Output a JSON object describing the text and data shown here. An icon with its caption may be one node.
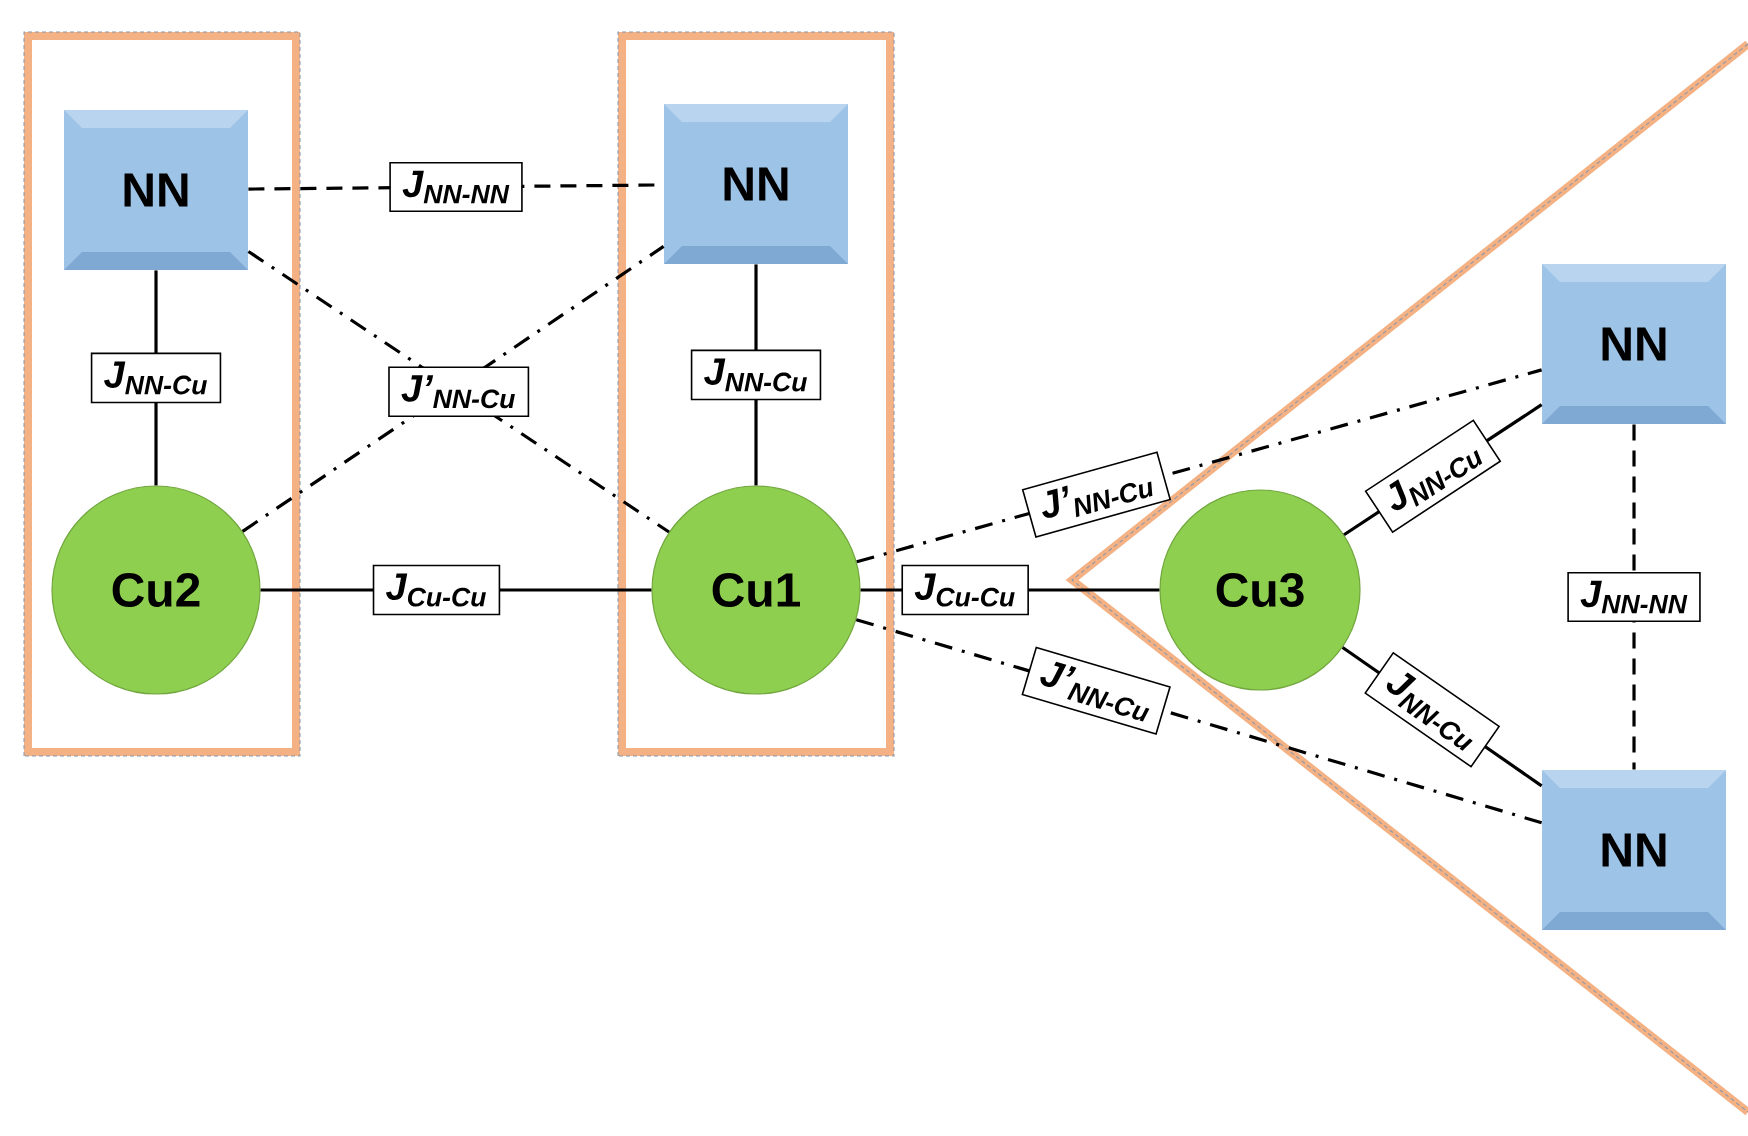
{
  "diagram": {
    "nodes": [
      {
        "text": [],
        "shape": "box"
      },
      {
        "text": [
          "NN"
        ],
        "in": 0
      },
      {
        "text": [
          "Cu2"
        ],
        "in": 0
      },
      {
        "text": [],
        "shape": "box"
      },
      {
        "text": [
          "NN"
        ],
        "in": 3
      },
      {
        "text": [
          "Cu1"
        ],
        "in": 3
      },
      {
        "text": [
          "Cu3"
        ]
      },
      {
        "text": [
          "NN"
        ]
      },
      {
        "text": [
          "NN"
        ]
      }
    ],
    "edges": [
      {
        "from": 1,
        "to": 4,
        "arrow": "none",
        "style": "dashed",
        "label": "J$_{NN-NN}$"
      },
      {
        "from": 1,
        "to": 2,
        "arrow": "none",
        "label": "J$_{NN-Cu}$"
      },
      {
        "from": 4,
        "to": 5,
        "arrow": "none",
        "label": "J$_{NN-Cu}$"
      },
      {
        "from": 1,
        "to": 5,
        "arrow": "none",
        "style": "dashed",
        "label": "J’$_{NN-Cu}$"
      },
      {
        "from": 2,
        "to": 4,
        "arrow": "none",
        "style": "dashed"
      },
      {
        "from": 2,
        "to": 5,
        "arrow": "none",
        "label": "J$_{Cu-Cu}$"
      },
      {
        "from": 5,
        "to": 6,
        "arrow": "none",
        "label": "J$_{Cu-Cu}$"
      },
      {
        "from": 5,
        "to": 7,
        "arrow": "none",
        "style": "dashed",
        "label": "J’$_{NN-Cu}$"
      },
      {
        "from": 5,
        "to": 8,
        "arrow": "none",
        "style": "dashed",
        "label": "J’$_{NN-Cu}$"
      },
      {
        "from": 6,
        "to": 7,
        "arrow": "none",
        "label": "J$_{NN-Cu}$"
      },
      {
        "from": 6,
        "to": 8,
        "arrow": "none",
        "label": "J$_{NN-Cu}$"
      },
      {
        "from": 7,
        "to": 8,
        "arrow": "none",
        "style": "dashed",
        "label": "J$_{NN-NN}$"
      }
    ]
  }
}
